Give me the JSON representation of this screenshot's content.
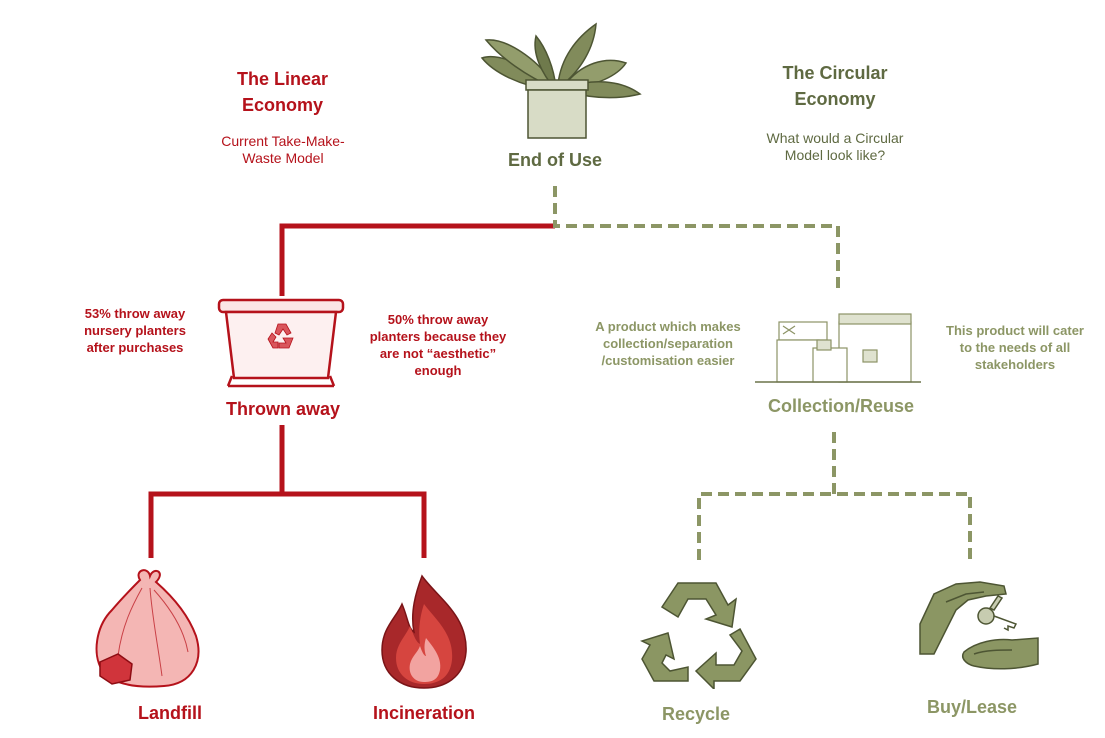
{
  "linear": {
    "title": "The Linear Economy",
    "subtitle": "Current Take-Make-Waste Model",
    "color": "#b5121b"
  },
  "circular": {
    "title": "The Circular Economy",
    "subtitle": "What would a Circular Model look like?",
    "color": "#7f8a5c"
  },
  "nodes": {
    "end_of_use": "End of Use",
    "thrown_away": "Thrown away",
    "collection": "Collection/Reuse",
    "landfill": "Landfill",
    "incineration": "Incineration",
    "recycle": "Recycle",
    "buy_lease": "Buy/Lease"
  },
  "notes": {
    "left_stat": "53% throw away nursery planters after purchases",
    "right_stat": "50% throw away planters because they are not “aesthetic” enough",
    "collection_left": "A product which makes collection/separation /customisation easier",
    "collection_right": "This product will cater to the needs of all stakeholders"
  },
  "icons": [
    "plant-pot-icon",
    "trash-bin-icon",
    "boxes-icon",
    "garbage-bag-icon",
    "fire-icon",
    "recycle-icon",
    "hand-key-icon"
  ]
}
